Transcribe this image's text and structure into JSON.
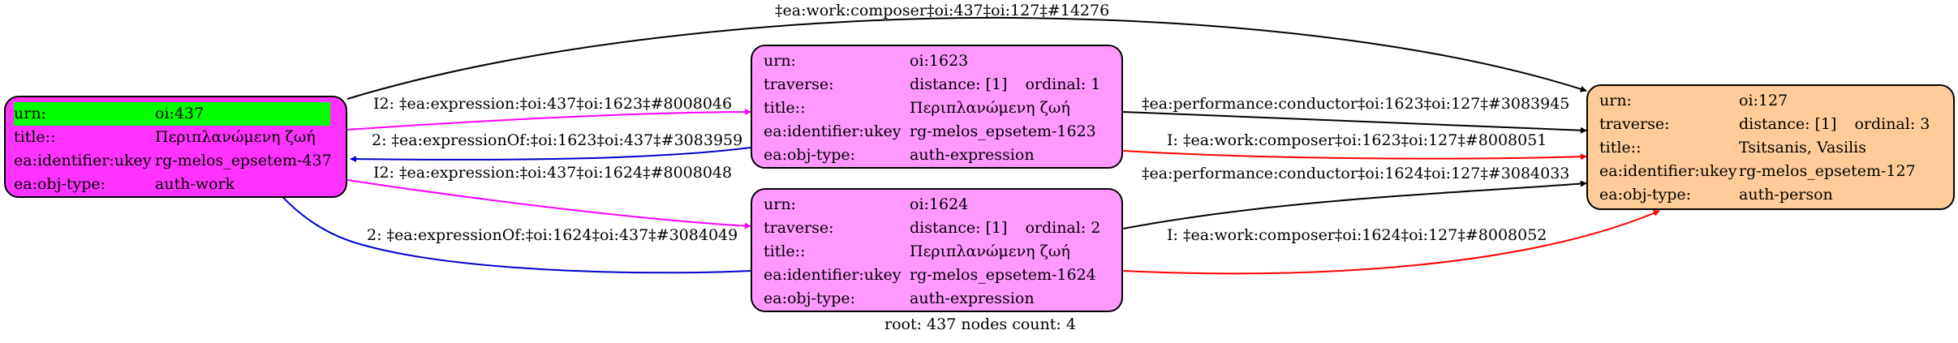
{
  "colors": {
    "work_node": "#ff33ff",
    "expression_node": "#ff99ff",
    "person_node": "#ffcc99",
    "highlight": "#00ff00",
    "edge_black": "#000000",
    "edge_magenta": "#ff00ff",
    "edge_blue": "#0000cc",
    "edge_red": "#ff0000"
  },
  "nodes": {
    "work": {
      "rows": [
        {
          "key": "urn:",
          "value": "oi:437"
        },
        {
          "key": "title::",
          "value": "Περιπλανώμενη ζωή"
        },
        {
          "key": "ea:identifier:ukey",
          "value": "rg-melos_epsetem-437"
        },
        {
          "key": "ea:obj-type:",
          "value": "auth-work"
        }
      ]
    },
    "expr1623": {
      "rows": [
        {
          "key": "urn:",
          "value": "oi:1623",
          "extra": ""
        },
        {
          "key": "traverse:",
          "value": "distance: [1]",
          "extra": "ordinal: 1"
        },
        {
          "key": "title::",
          "value": "Περιπλανώμενη ζωή",
          "extra": ""
        },
        {
          "key": "ea:identifier:ukey",
          "value": "rg-melos_epsetem-1623",
          "extra": ""
        },
        {
          "key": "ea:obj-type:",
          "value": "auth-expression",
          "extra": ""
        }
      ]
    },
    "expr1624": {
      "rows": [
        {
          "key": "urn:",
          "value": "oi:1624",
          "extra": ""
        },
        {
          "key": "traverse:",
          "value": "distance: [1]",
          "extra": "ordinal: 2"
        },
        {
          "key": "title::",
          "value": "Περιπλανώμενη ζωή",
          "extra": ""
        },
        {
          "key": "ea:identifier:ukey",
          "value": "rg-melos_epsetem-1624",
          "extra": ""
        },
        {
          "key": "ea:obj-type:",
          "value": "auth-expression",
          "extra": ""
        }
      ]
    },
    "person": {
      "rows": [
        {
          "key": "urn:",
          "value": "oi:127",
          "extra": ""
        },
        {
          "key": "traverse:",
          "value": "distance: [1]",
          "extra": "ordinal: 3"
        },
        {
          "key": "title::",
          "value": "Tsitsanis, Vasilis",
          "extra": ""
        },
        {
          "key": "ea:identifier:ukey",
          "value": "rg-melos_epsetem-127",
          "extra": ""
        },
        {
          "key": "ea:obj-type:",
          "value": "auth-person",
          "extra": ""
        }
      ]
    }
  },
  "edges": {
    "composer_437_127": "‡ea:work:composer‡oi:437‡oi:127‡#14276",
    "expression_437_1623": "I2: ‡ea:expression:‡oi:437‡oi:1623‡#8008046",
    "expressionof_1623_437": "2: ‡ea:expressionOf:‡oi:1623‡oi:437‡#3083959",
    "expression_437_1624": "I2: ‡ea:expression:‡oi:437‡oi:1624‡#8008048",
    "expressionof_1624_437": "2: ‡ea:expressionOf:‡oi:1624‡oi:437‡#3084049",
    "conductor_1623_127": "‡ea:performance:conductor‡oi:1623‡oi:127‡#3083945",
    "composer_1623_127": "I: ‡ea:work:composer‡oi:1623‡oi:127‡#8008051",
    "conductor_1624_127": "‡ea:performance:conductor‡oi:1624‡oi:127‡#3084033",
    "composer_1624_127": "I: ‡ea:work:composer‡oi:1624‡oi:127‡#8008052"
  },
  "footer": "root: 437 nodes count: 4"
}
